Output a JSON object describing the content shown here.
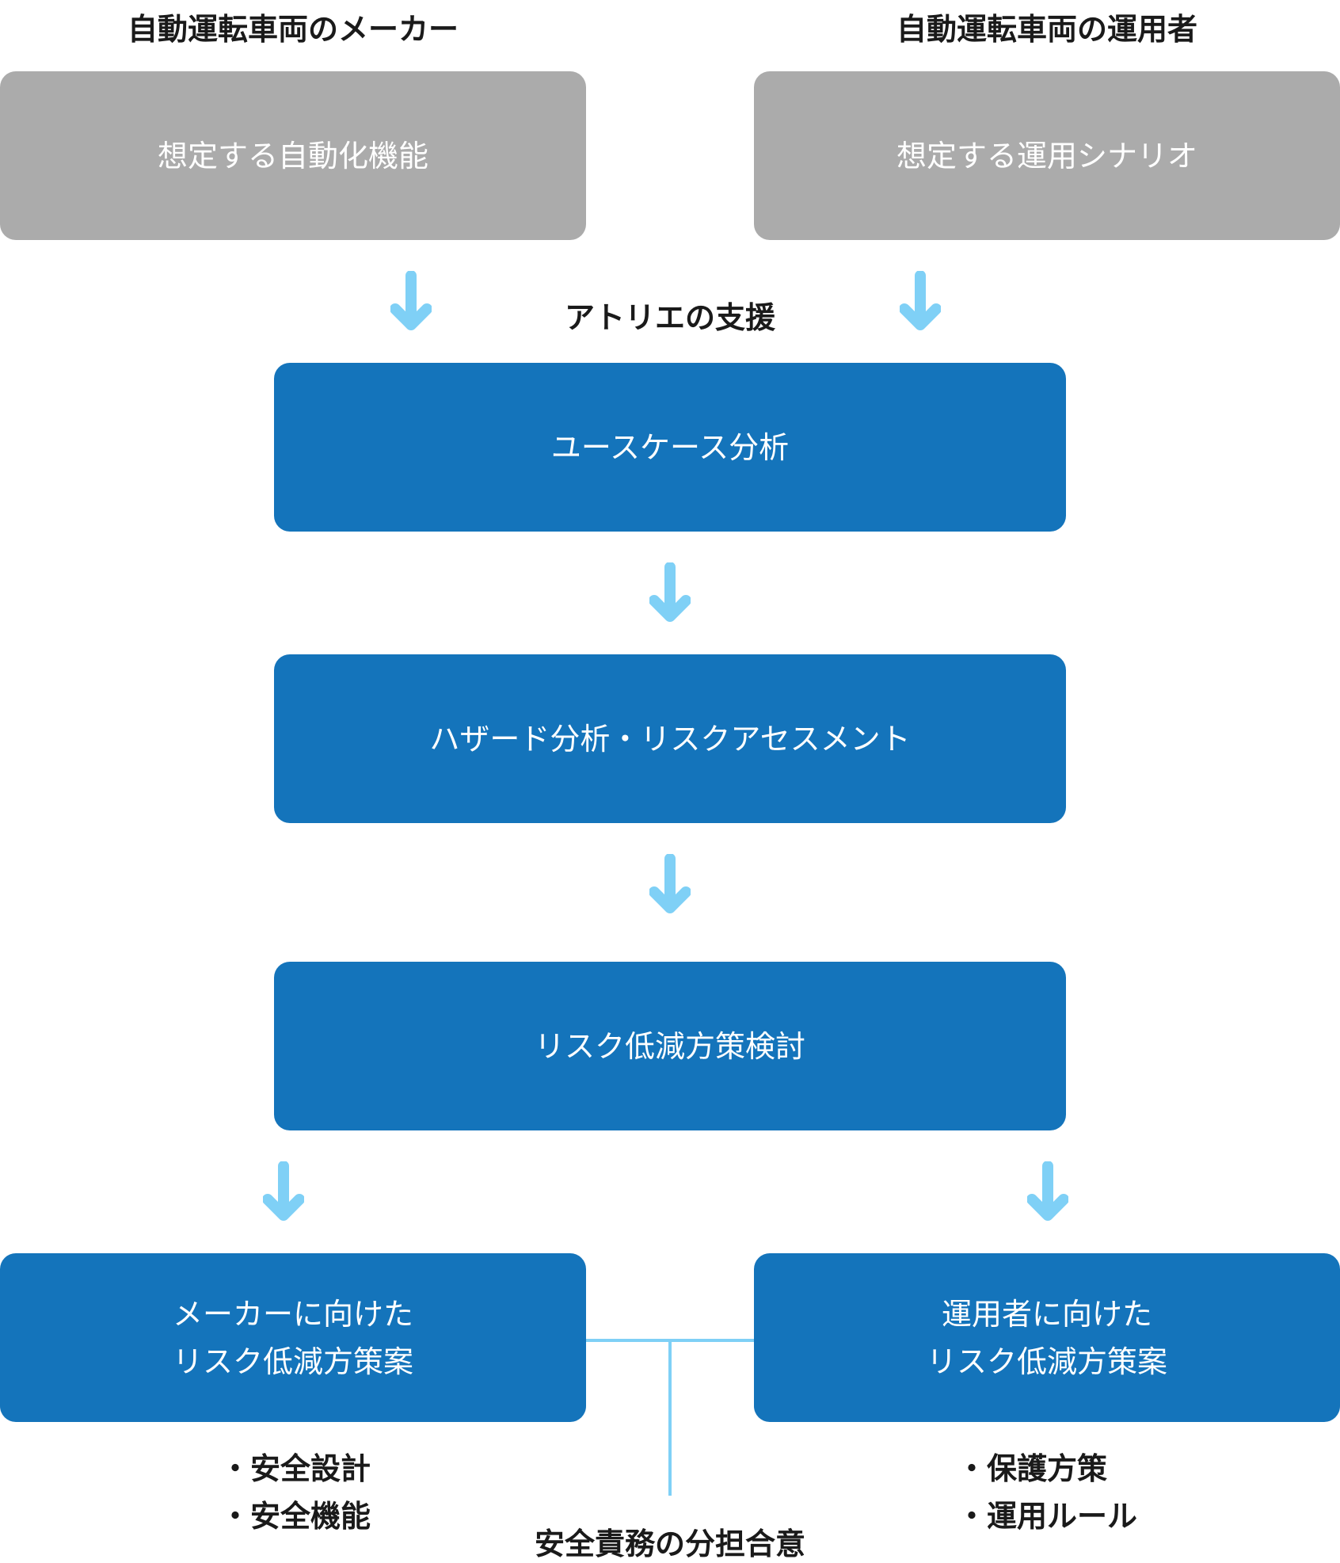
{
  "headers": {
    "left": "自動運転車両のメーカー",
    "right": "自動運転車両の運用者"
  },
  "inputs": {
    "left": "想定する自動化機能",
    "right": "想定する運用シナリオ"
  },
  "support_label": "アトリエの支援",
  "steps": [
    "ユースケース分析",
    "ハザード分析・リスクアセスメント",
    "リスク低減方策検討"
  ],
  "outputs": {
    "left": {
      "line1": "メーカーに向けた",
      "line2": "リスク低減方策案",
      "items": [
        "・安全設計",
        "・安全機能"
      ]
    },
    "right": {
      "line1": "運用者に向けた",
      "line2": "リスク低減方策案",
      "items": [
        "・保護方策",
        "・運用ルール"
      ]
    }
  },
  "agreement_label": "安全責務の分担合意",
  "colors": {
    "input_box": "#ababab",
    "process_box": "#1474bb",
    "arrow": "#7fd0f6",
    "connector": "#7fd0f6",
    "text_dark": "#1a1a1a"
  }
}
